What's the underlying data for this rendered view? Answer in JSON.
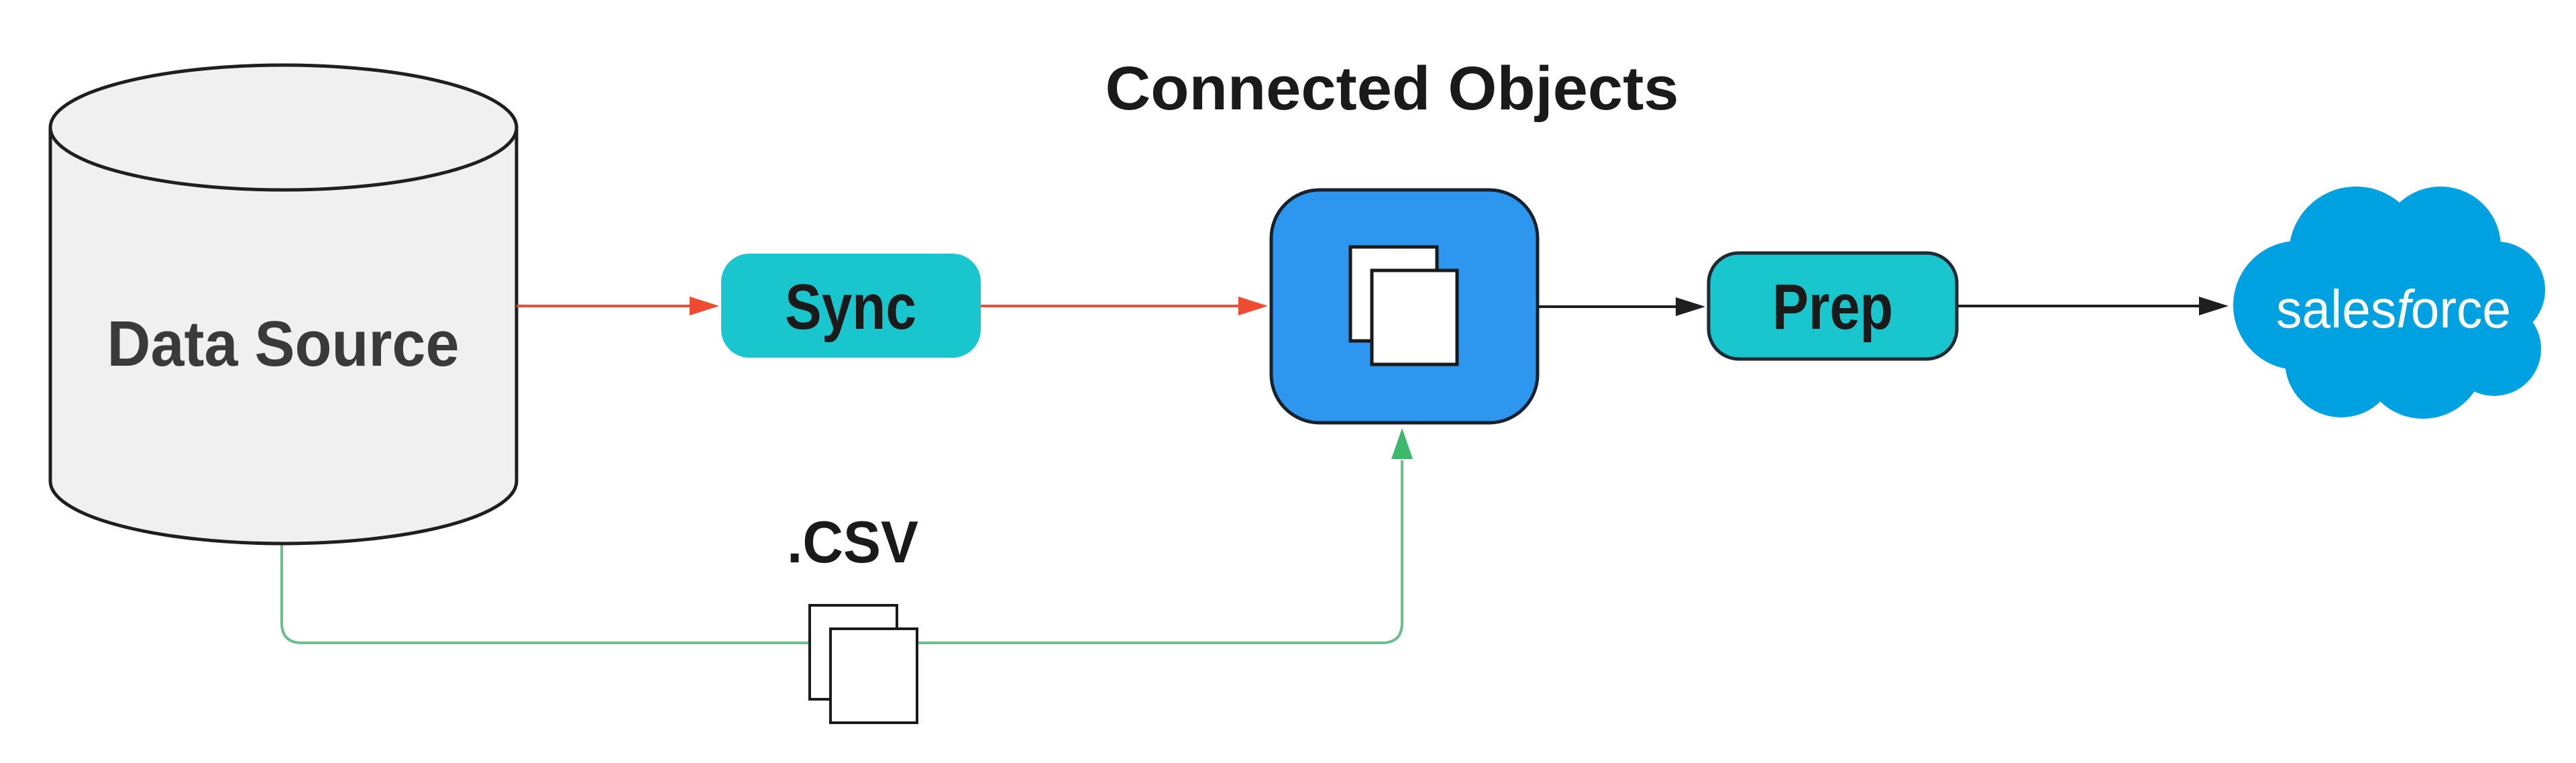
{
  "title": "Connected Objects",
  "database": {
    "label": "Data Source"
  },
  "nodes": {
    "sync": {
      "label": "Sync"
    },
    "prep": {
      "label": "Prep"
    },
    "csv": {
      "label": ".CSV"
    },
    "salesforce": {
      "name": "salesforce",
      "wordmark_parts": {
        "p1": "sales",
        "p2": "f",
        "p3": "orce"
      }
    }
  },
  "colors": {
    "teal_node": "#1AC6CD",
    "blue_icon": "#2D97F0",
    "salesforce_blue": "#00A1E0",
    "red_line": "#E2513B",
    "red_head": "#EE4B32",
    "green_line": "#6CBE8C",
    "green_head": "#3CB96B",
    "black_line": "#1F1F1F",
    "cylinder_fill": "#F0F0F0",
    "doc_fill": "#FFFFFF"
  }
}
